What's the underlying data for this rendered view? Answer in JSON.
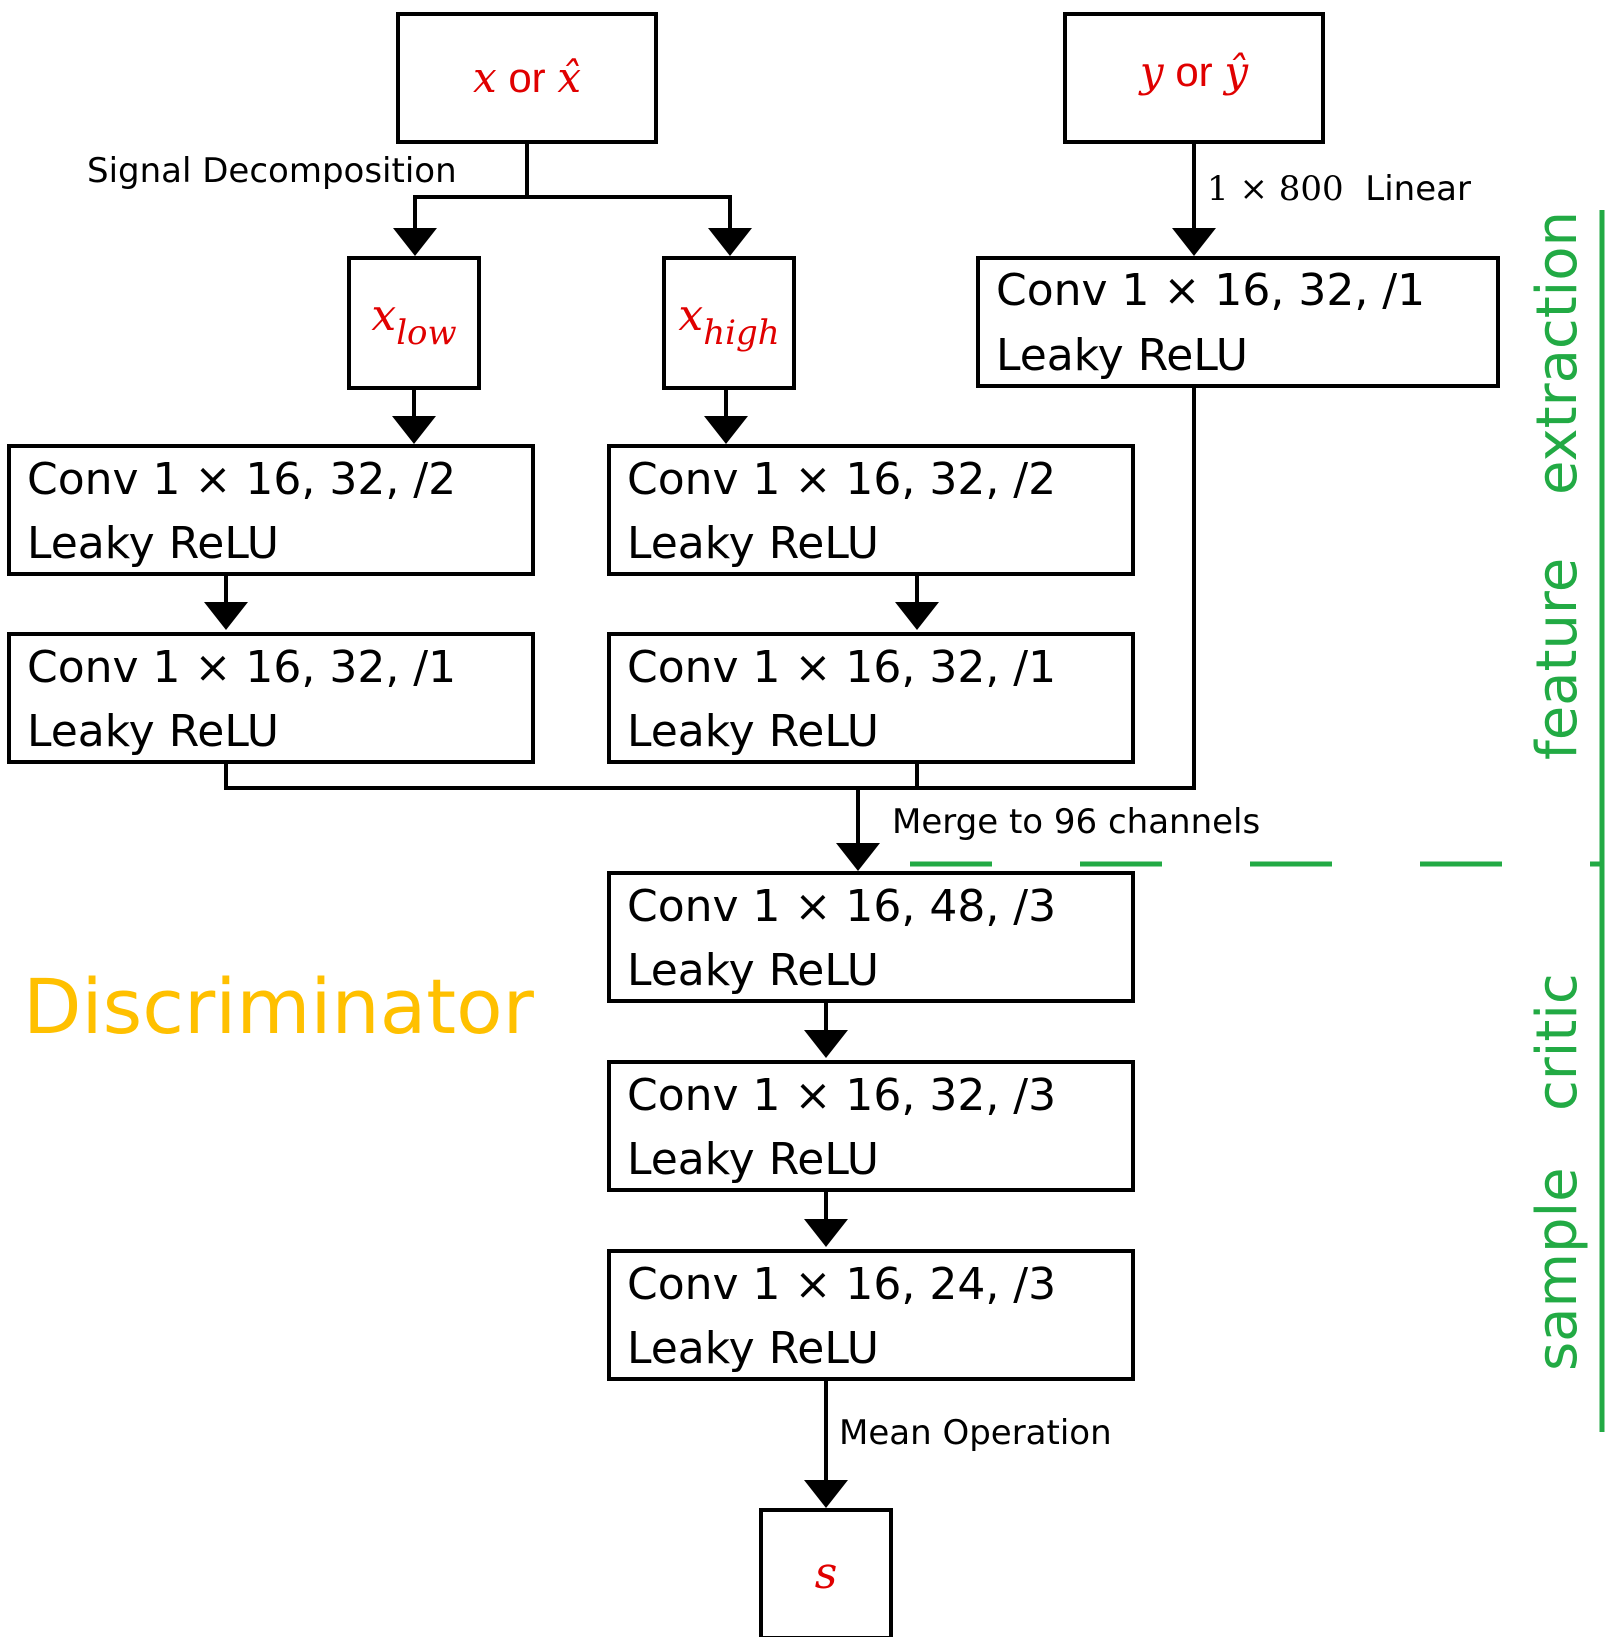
{
  "inputs": {
    "x": {
      "var": "x",
      "joiner": " or ",
      "hat_var": "x̂"
    },
    "y": {
      "var": "y",
      "joiner": " or ",
      "hat_var": "ŷ"
    }
  },
  "decomp": {
    "label": "Signal Decomposition",
    "low": {
      "base": "x",
      "sub": "low"
    },
    "high": {
      "base": "x",
      "sub": "high"
    }
  },
  "y_branch": {
    "linear_label_num": "1 × 800",
    "linear_label_word": "  Linear",
    "conv": {
      "line1": "Conv 1 × 16, 32, /1",
      "line2": "Leaky ReLU"
    }
  },
  "low_branch": [
    {
      "line1": "Conv 1 × 16, 32, /2",
      "line2": "Leaky ReLU"
    },
    {
      "line1": "Conv 1 × 16, 32, /1",
      "line2": "Leaky ReLU"
    }
  ],
  "high_branch": [
    {
      "line1": "Conv 1 × 16, 32, /2",
      "line2": "Leaky ReLU"
    },
    {
      "line1": "Conv 1 × 16, 32, /1",
      "line2": "Leaky ReLU"
    }
  ],
  "merge_label": "Merge to 96 channels",
  "critic": [
    {
      "line1": "Conv 1 × 16, 48, /3",
      "line2": "Leaky ReLU"
    },
    {
      "line1": "Conv 1 × 16, 32, /3",
      "line2": "Leaky ReLU"
    },
    {
      "line1": "Conv 1 × 16, 24, /3",
      "line2": "Leaky ReLU"
    }
  ],
  "mean_label": "Mean Operation",
  "output": "s",
  "title": "Discriminator",
  "sections": {
    "top_word1": "feature",
    "top_word2": "extraction",
    "bottom_word1": "sample",
    "bottom_word2": "critic"
  },
  "colors": {
    "title": "#ffc000",
    "section": "#22aa44",
    "variable": "#e00000"
  }
}
